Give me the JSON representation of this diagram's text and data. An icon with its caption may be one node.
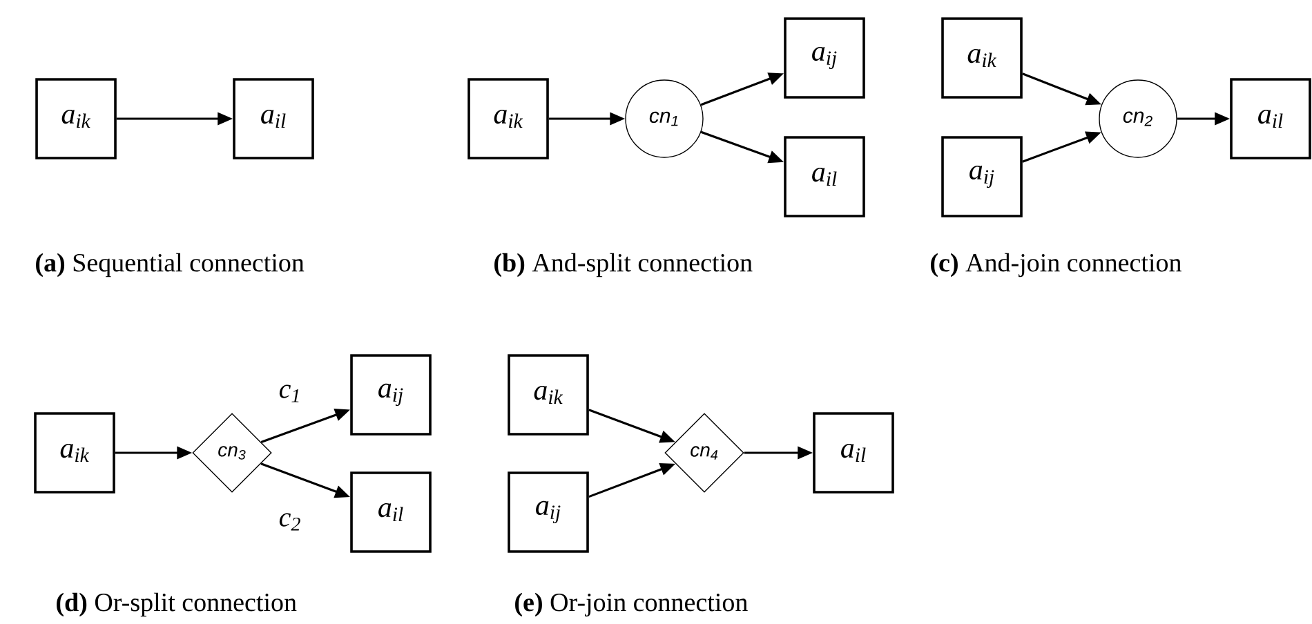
{
  "diagram": {
    "nodes": [
      {
        "text": [
          "a$_{ik}$"
        ]
      },
      {
        "text": [
          "a$_{il}$"
        ]
      },
      {
        "text": [
          "a$_{ik}$"
        ]
      },
      {
        "text": [
          "cn$_{1}$"
        ]
      },
      {
        "text": [
          "a$_{ij}$"
        ]
      },
      {
        "text": [
          "a$_{il}$"
        ]
      },
      {
        "text": [
          "a$_{ik}$"
        ]
      },
      {
        "text": [
          "a$_{ij}$"
        ]
      },
      {
        "text": [
          "cn$_{2}$"
        ]
      },
      {
        "text": [
          "a$_{il}$"
        ]
      },
      {
        "text": [
          "a$_{ik}$"
        ]
      },
      {
        "text": [
          "cn$_{3}$"
        ]
      },
      {
        "text": [
          "a$_{ij}$"
        ]
      },
      {
        "text": [
          "a$_{il}$"
        ]
      },
      {
        "text": [
          "a$_{ik}$"
        ]
      },
      {
        "text": [
          "a$_{ij}$"
        ]
      },
      {
        "text": [
          "cn$_{4}$"
        ]
      },
      {
        "text": [
          "a$_{il}$"
        ]
      }
    ],
    "edges": [
      {
        "from": 0,
        "to": 1,
        "arrow": "to"
      },
      {
        "from": 2,
        "to": 3,
        "arrow": "to"
      },
      {
        "from": 3,
        "to": 4,
        "arrow": "to"
      },
      {
        "from": 3,
        "to": 5,
        "arrow": "to"
      },
      {
        "from": 6,
        "to": 8,
        "arrow": "to"
      },
      {
        "from": 7,
        "to": 8,
        "arrow": "to"
      },
      {
        "from": 8,
        "to": 9,
        "arrow": "to"
      },
      {
        "from": 10,
        "to": 11,
        "arrow": "to"
      },
      {
        "from": 11,
        "to": 12,
        "arrow": "to",
        "label": "c$_{1}$"
      },
      {
        "from": 11,
        "to": 13,
        "arrow": "to",
        "label": "c$_{2}$"
      },
      {
        "from": 14,
        "to": 16,
        "arrow": "to"
      },
      {
        "from": 15,
        "to": 16,
        "arrow": "to"
      },
      {
        "from": 16,
        "to": 17,
        "arrow": "to"
      }
    ],
    "labels": [
      "**(a)** Sequential connection",
      "**(b)** And-split connection",
      "**(c)** And-join connection",
      "**(d)** Or-split connection",
      "**(e)** Or-join connection"
    ]
  }
}
